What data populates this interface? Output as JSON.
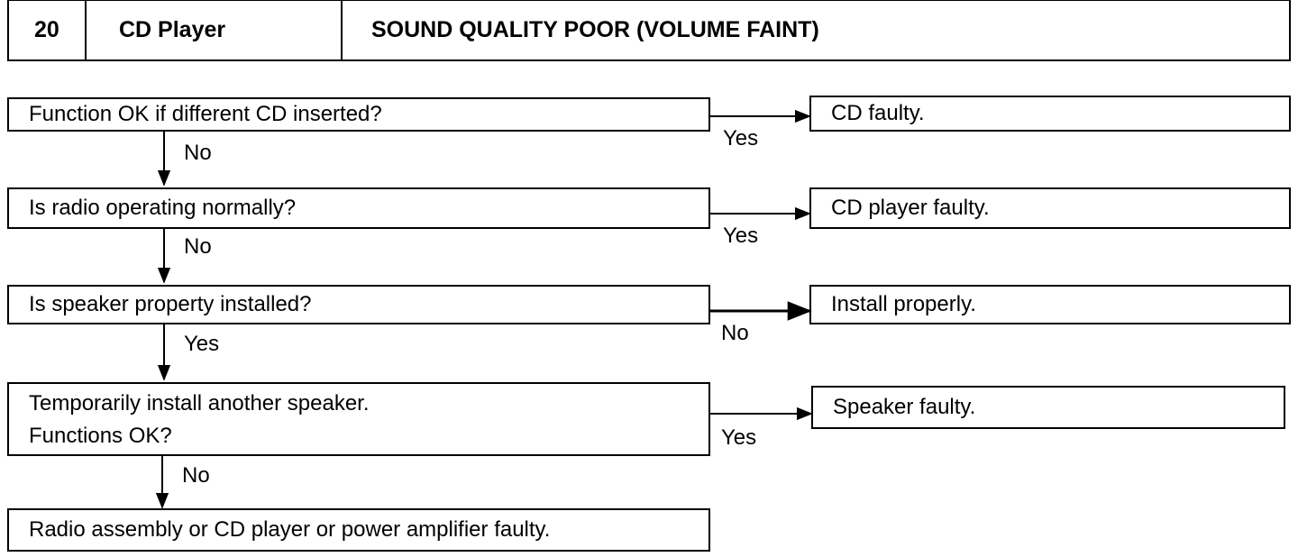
{
  "header": {
    "number": "20",
    "system": "CD Player",
    "title": "SOUND QUALITY POOR (VOLUME FAINT)"
  },
  "steps": [
    {
      "question": "Function OK if different CD inserted?",
      "down_label": "No",
      "side_label": "Yes",
      "result": "CD faulty."
    },
    {
      "question": "Is radio operating normally?",
      "down_label": "No",
      "side_label": "Yes",
      "result": "CD player faulty."
    },
    {
      "question": "Is speaker property installed?",
      "down_label": "Yes",
      "side_label": "No",
      "result": "Install properly."
    },
    {
      "question_lines": [
        "Temporarily install another speaker.",
        "Functions OK?"
      ],
      "down_label": "No",
      "side_label": "Yes",
      "result": "Speaker faulty."
    }
  ],
  "final": "Radio assembly or CD player or power amplifier faulty."
}
